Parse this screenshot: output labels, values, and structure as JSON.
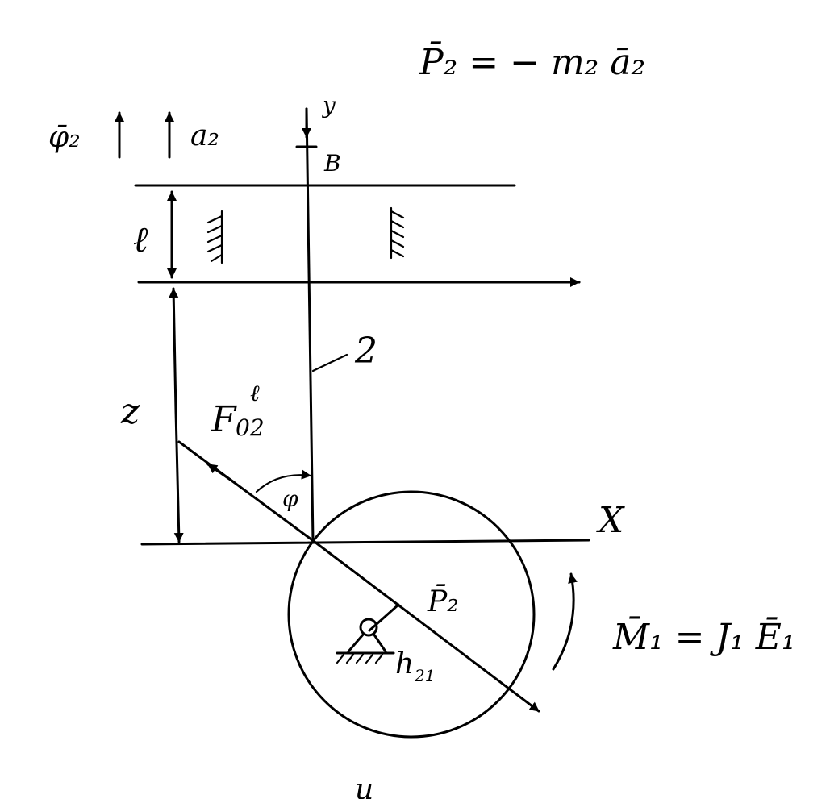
{
  "equations": {
    "top_lhs": "P̄₂ = − m₂ ā₂",
    "moment": "M̄₁ = J₁ Ē₁"
  },
  "labels": {
    "phi_bar_2": "φ̄₂",
    "a_2": "a₂",
    "y_axis": "y",
    "B": "B",
    "ell": "ℓ",
    "link_2": "2",
    "z": "z",
    "F_main": "F",
    "F_sup": "ℓ",
    "F_sub": "02",
    "phi": "φ",
    "x_axis": "X",
    "P2": "P̄₂",
    "h21_main": "h",
    "h21_sub": "21",
    "bottom_mark": "и"
  }
}
